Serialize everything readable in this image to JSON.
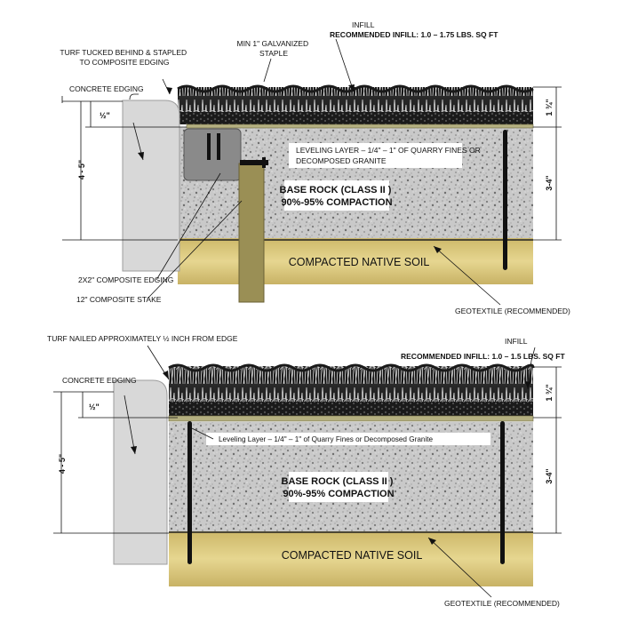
{
  "top": {
    "turf_tucked": [
      "TURF TUCKED BEHIND & STAPLED",
      "TO COMPOSITE EDGING"
    ],
    "staple": [
      "MIN 1\" GALVANIZED",
      "STAPLE"
    ],
    "infill": "INFILL",
    "infill_rec": "RECOMMENDED INFILL: 1.0 – 1.75  LBS. SQ FT",
    "concrete_edging": "CONCRETE EDGING",
    "half_inch": "½\"",
    "depth_left": "4 - 5\"",
    "turf_height": "1 ¾\"",
    "base_depth": "3-4\"",
    "leveling_layer": [
      "LEVELING LAYER – 1/4\" – 1\" OF QUARRY FINES OR",
      "DECOMPOSED GRANITE"
    ],
    "base_rock": [
      "BASE ROCK (CLASS II )",
      "90%-95% COMPACTION"
    ],
    "native_soil": "COMPACTED NATIVE SOIL",
    "composite_edging": "2X2\" COMPOSITE EDGING",
    "composite_stake": "12\" COMPOSITE STAKE",
    "geotextile": "GEOTEXTILE (RECOMMENDED)"
  },
  "bottom": {
    "turf_nailed": "TURF NAILED APPROXIMATELY ½ INCH FROM EDGE",
    "infill": "INFILL",
    "infill_rec": "RECOMMENDED INFILL: 1.0 – 1.5  LBS. SQ FT",
    "concrete_edging": "CONCRETE EDGING",
    "half_inch": "½\"",
    "depth_left": "4 - 5\"",
    "turf_height": "1 ¾\"",
    "base_depth": "3-4\"",
    "leveling_layer": "Leveling Layer – 1/4\" – 1\" of Quarry Fines or Decomposed Granite",
    "base_rock": [
      "BASE ROCK (CLASS II )",
      "90%-95% COMPACTION"
    ],
    "native_soil": "COMPACTED NATIVE SOIL",
    "geotextile": "GEOTEXTILE (RECOMMENDED)"
  }
}
